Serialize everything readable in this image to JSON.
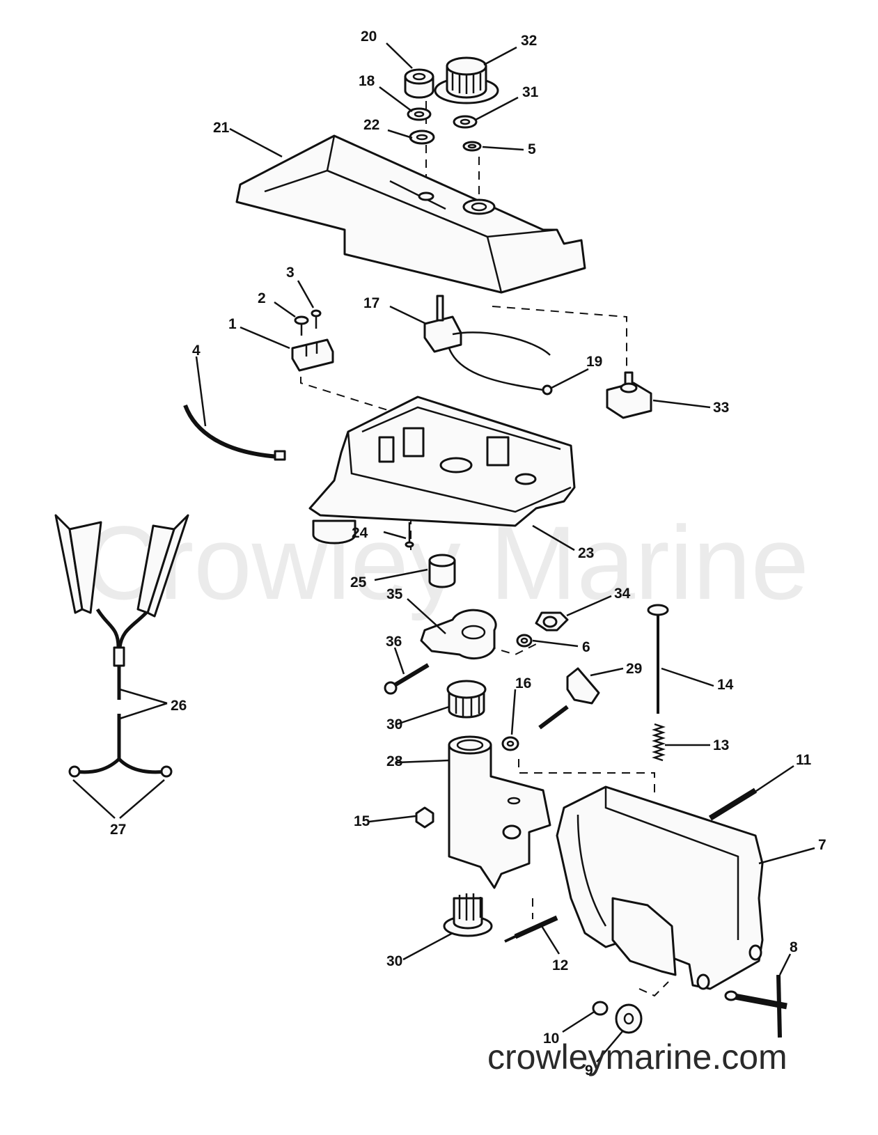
{
  "callouts": {
    "c1": "1",
    "c2": "2",
    "c3": "3",
    "c4": "4",
    "c5": "5",
    "c6": "6",
    "c7": "7",
    "c8": "8",
    "c9": "9",
    "c10": "10",
    "c11": "11",
    "c12": "12",
    "c13": "13",
    "c14": "14",
    "c15": "15",
    "c16": "16",
    "c17": "17",
    "c18": "18",
    "c19": "19",
    "c20": "20",
    "c21": "21",
    "c22": "22",
    "c23": "23",
    "c24": "24",
    "c25": "25",
    "c26": "26",
    "c27": "27",
    "c28": "28",
    "c29": "29",
    "c30a": "30",
    "c30b": "30",
    "c31": "31",
    "c32": "32",
    "c33": "33",
    "c34": "34",
    "c35": "35",
    "c36": "36"
  },
  "watermark": {
    "center_text": "Crowley Marine",
    "footer_text": "crowleymarine.com"
  }
}
